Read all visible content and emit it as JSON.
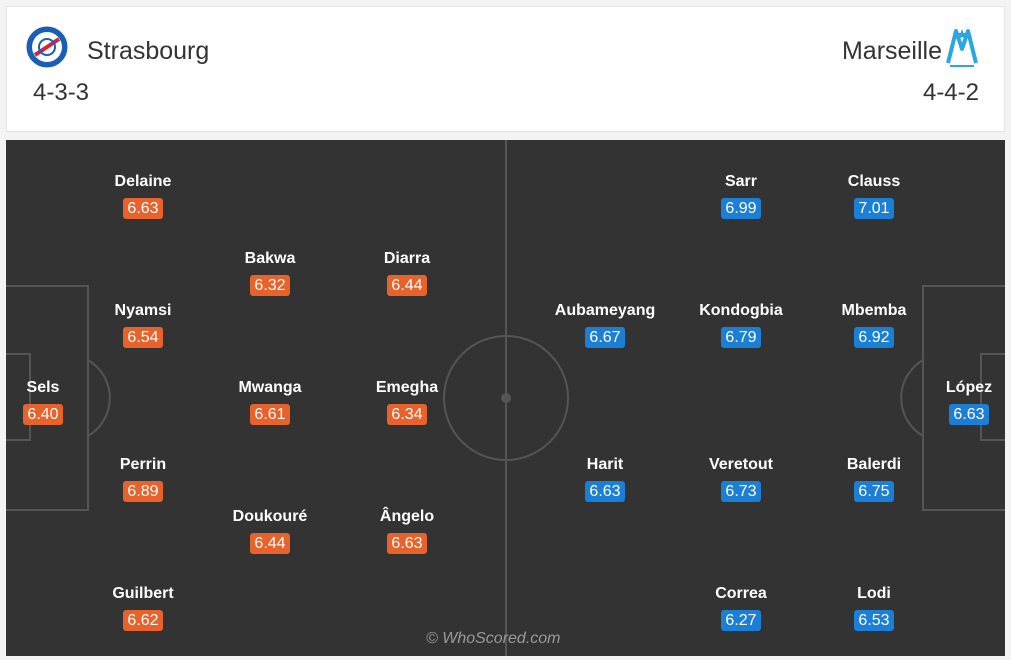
{
  "home": {
    "name": "Strasbourg",
    "formation": "4-3-3",
    "logo_icon": "strasbourg-crest-icon",
    "rating_color": "#e8622b",
    "players": [
      {
        "name": "Delaine",
        "rating": "6.63"
      },
      {
        "name": "Nyamsi",
        "rating": "6.54"
      },
      {
        "name": "Sels",
        "rating": "6.40"
      },
      {
        "name": "Perrin",
        "rating": "6.89"
      },
      {
        "name": "Guilbert",
        "rating": "6.62"
      },
      {
        "name": "Bakwa",
        "rating": "6.32"
      },
      {
        "name": "Mwanga",
        "rating": "6.61"
      },
      {
        "name": "Doukouré",
        "rating": "6.44"
      },
      {
        "name": "Diarra",
        "rating": "6.44"
      },
      {
        "name": "Emegha",
        "rating": "6.34"
      },
      {
        "name": "Ângelo",
        "rating": "6.63"
      }
    ]
  },
  "away": {
    "name": "Marseille",
    "formation": "4-4-2",
    "logo_icon": "marseille-crest-icon",
    "rating_color": "#1b7fd6",
    "players": [
      {
        "name": "Sarr",
        "rating": "6.99"
      },
      {
        "name": "Clauss",
        "rating": "7.01"
      },
      {
        "name": "Aubameyang",
        "rating": "6.67"
      },
      {
        "name": "Kondogbia",
        "rating": "6.79"
      },
      {
        "name": "Mbemba",
        "rating": "6.92"
      },
      {
        "name": "López",
        "rating": "6.63"
      },
      {
        "name": "Harit",
        "rating": "6.63"
      },
      {
        "name": "Veretout",
        "rating": "6.73"
      },
      {
        "name": "Balerdi",
        "rating": "6.75"
      },
      {
        "name": "Correa",
        "rating": "6.27"
      },
      {
        "name": "Lodi",
        "rating": "6.53"
      }
    ]
  },
  "watermark": "© WhoScored.com"
}
